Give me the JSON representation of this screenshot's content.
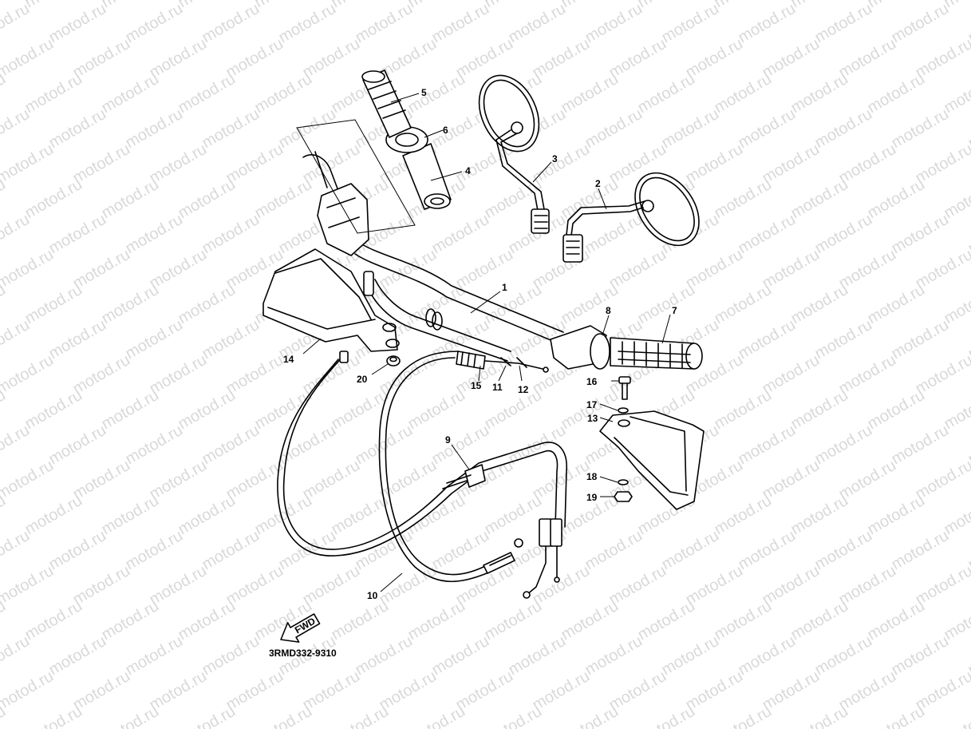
{
  "watermark": "motod.ru",
  "diagram_code": "3RMD332-9310",
  "fwd_label": "FWD",
  "callouts": [
    "1",
    "2",
    "3",
    "4",
    "5",
    "6",
    "7",
    "8",
    "9",
    "10",
    "11",
    "12",
    "13",
    "14",
    "15",
    "16",
    "17",
    "18",
    "19",
    "20"
  ]
}
